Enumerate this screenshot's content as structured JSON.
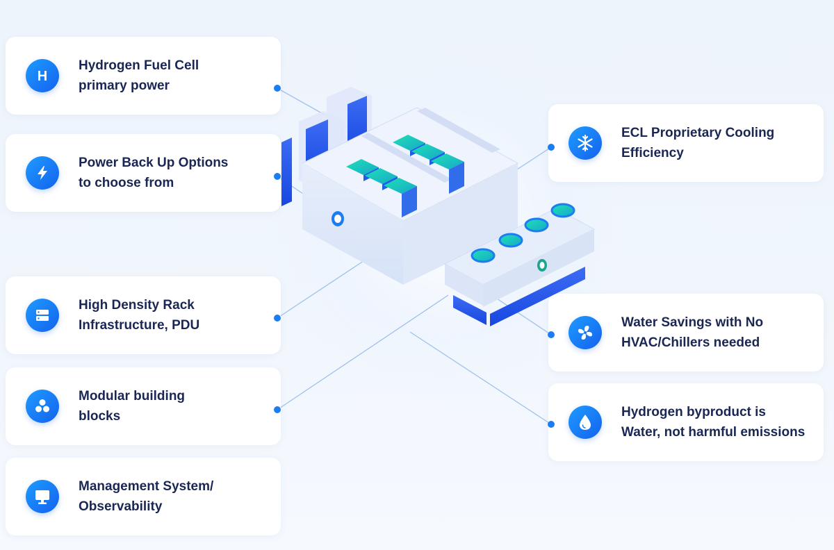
{
  "features": {
    "hydrogen_fuel_cell": {
      "line1": "Hydrogen Fuel Cell",
      "line2": "primary power",
      "icon": "hydrogen-icon",
      "glyph": "H"
    },
    "power_backup": {
      "line1": "Power Back Up Options",
      "line2": "to choose from",
      "icon": "lightning-icon"
    },
    "high_density_rack": {
      "line1": "High Density Rack",
      "line2": "Infrastructure, PDU",
      "icon": "server-rack-icon"
    },
    "modular_building": {
      "line1": "Modular building",
      "line2": "blocks",
      "icon": "modules-icon"
    },
    "management_system": {
      "line1": "Management System/",
      "line2": "Observability",
      "icon": "monitor-icon"
    },
    "ecl_cooling": {
      "line1": "ECL Proprietary Cooling",
      "line2": "Efficiency",
      "icon": "snowflake-icon"
    },
    "water_savings": {
      "line1": "Water Savings with No",
      "line2": "HVAC/Chillers needed",
      "icon": "fan-icon"
    },
    "hydrogen_byproduct": {
      "line1": "Hydrogen byproduct is",
      "line2": "Water, not harmful emissions",
      "icon": "water-drop-icon"
    }
  },
  "colors": {
    "accent": "#1c7cf2",
    "icon_gradient_start": "#1e9bff",
    "icon_gradient_end": "#1462ee",
    "text": "#1a2653",
    "card": "#ffffff",
    "background": "#eef4fc",
    "panel_teal": "#18c7a9"
  }
}
